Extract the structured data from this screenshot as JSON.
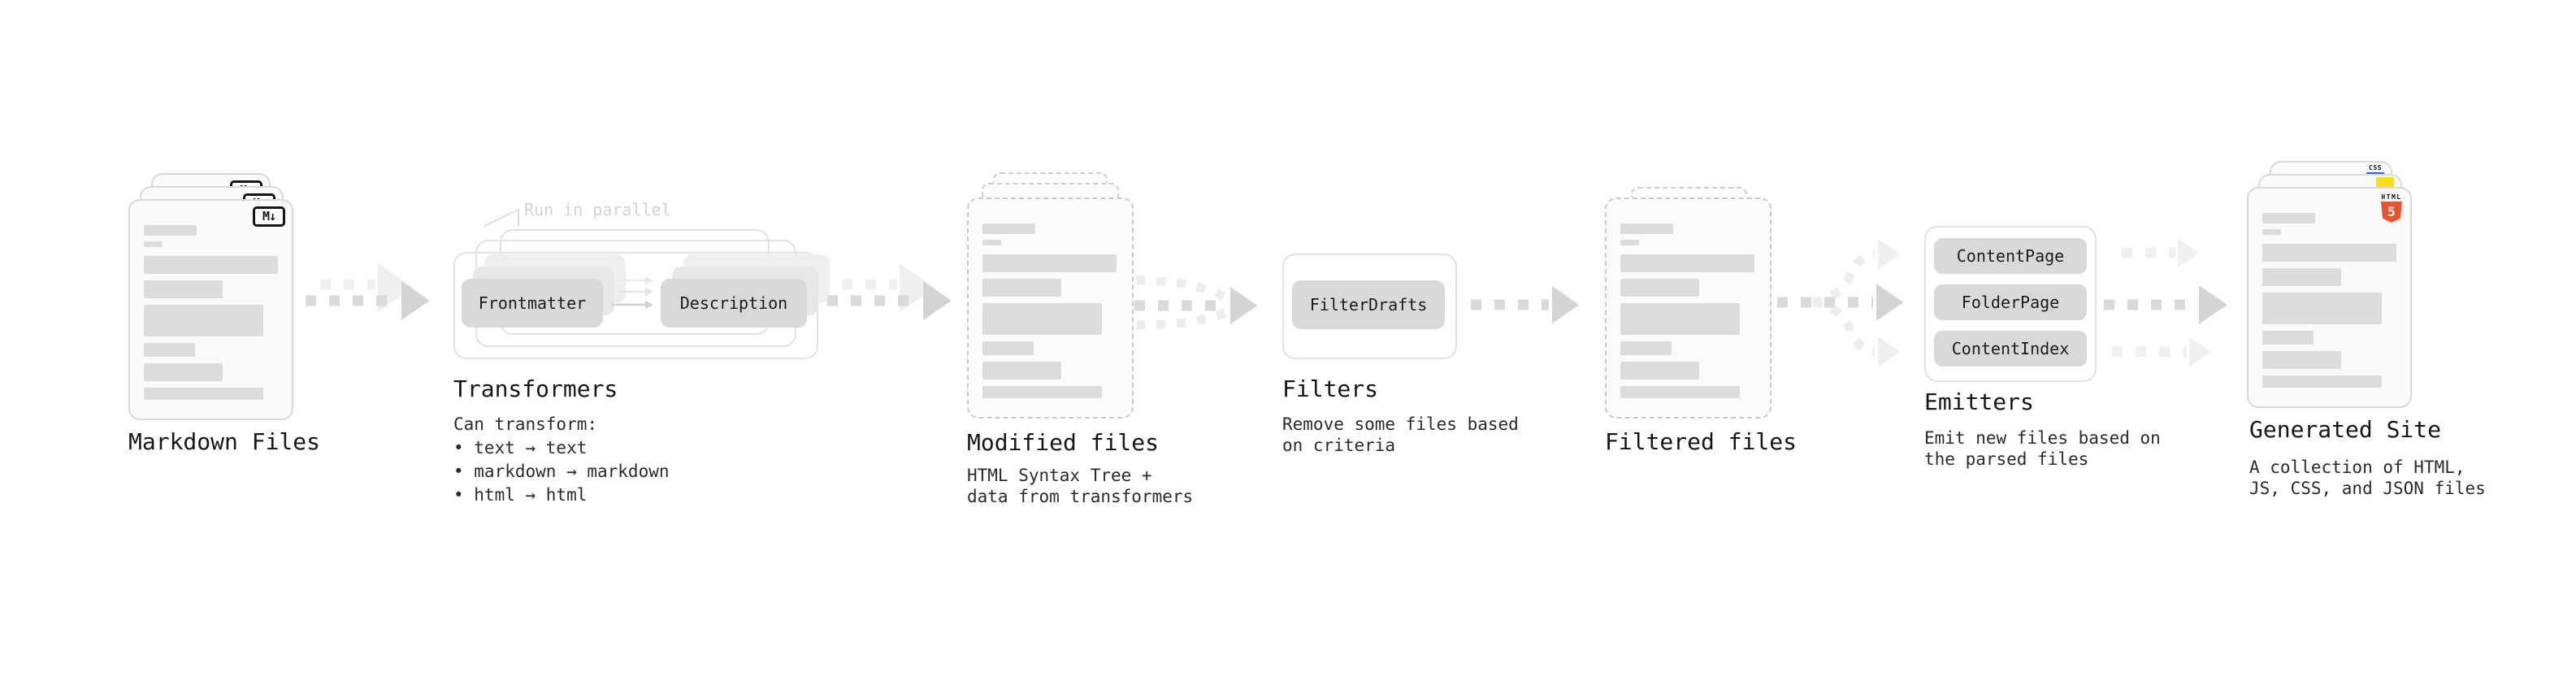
{
  "markdown_files": {
    "label": "Markdown Files",
    "file_icon": "M↓"
  },
  "transformers": {
    "annotation": "Run in parallel",
    "boxes": [
      "Frontmatter",
      "Description"
    ],
    "heading": "Transformers",
    "description": "Can transform:\n • text → text\n • markdown → markdown\n • html → html"
  },
  "modified_files": {
    "heading": "Modified files",
    "description": "HTML Syntax Tree +\ndata from transformers"
  },
  "filters": {
    "boxes": [
      "FilterDrafts"
    ],
    "heading": "Filters",
    "description": "Remove some files based\non criteria"
  },
  "filtered_files": {
    "heading": "Filtered files"
  },
  "emitters": {
    "boxes": [
      "ContentPage",
      "FolderPage",
      "ContentIndex"
    ],
    "heading": "Emitters",
    "description": "Emit new files based on\nthe parsed files"
  },
  "generated_site": {
    "heading": "Generated Site",
    "description": "A collection of HTML,\nJS, CSS, and JSON files",
    "badges": {
      "css_label": "CSS",
      "html_label": "HTML",
      "html_number": "5"
    }
  },
  "colors": {
    "html5_orange": "#e8542f",
    "js_yellow": "#f7df1e",
    "css_blue": "#2965f1"
  }
}
